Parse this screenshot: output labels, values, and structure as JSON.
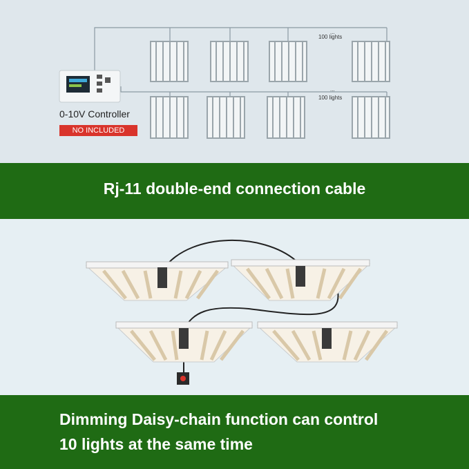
{
  "top_diagram": {
    "controller_label": "0-10V Controller",
    "not_included_badge": "NO INCLUDED",
    "row1_count_label": "100 lights",
    "row2_count_label": "100 lights",
    "ellipsis": "..."
  },
  "banner_1": {
    "text": "Rj-11 double-end connection cable"
  },
  "banner_2": {
    "line1": "Dimming Daisy-chain function can control",
    "line2": "10 lights at the same time"
  },
  "colors": {
    "banner_green": "#1f6b14",
    "badge_red": "#d9342b",
    "background_blue": "#dfe7ec"
  }
}
